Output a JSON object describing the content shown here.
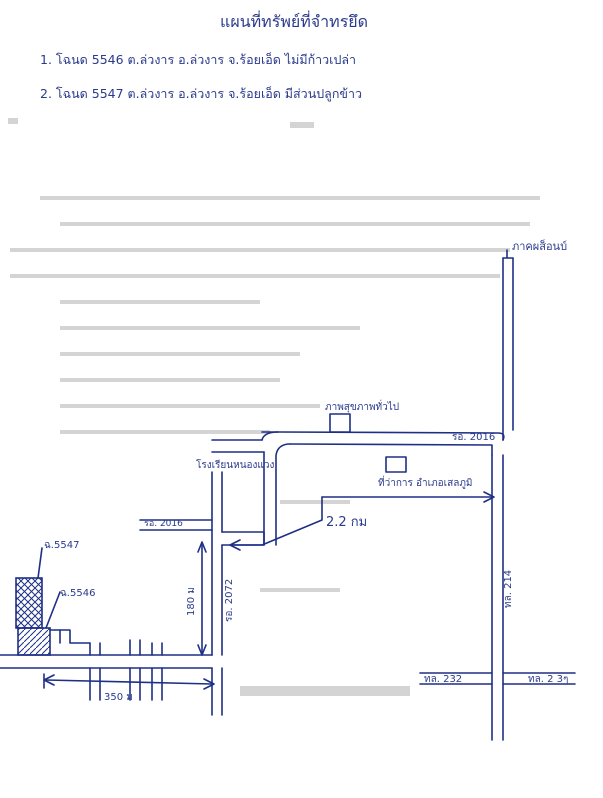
{
  "document": {
    "title": "แผนที่ทรัพย์ที่จำทรยึด",
    "lines": [
      "1. โฉนด 5546 ต.ล่วงาร อ.ล่วงาร จ.ร้อยเอ็ด ไม่มีก้าวเปล่า",
      "2. โฉนด 5547 ต.ล่วงาร อ.ล่วงาร จ.ร้อยเอ็ด มีส่วนปลูกข้าว"
    ]
  },
  "map": {
    "landmarks": {
      "school": "โรงเรียนหนองแวง",
      "hospital": "ภาพสุขภาพทั่วไป",
      "district": "ที่ว่าการ อำเภอเสลภูมิ",
      "cafe": "ภาคผส็อนบ์"
    },
    "roads": {
      "ro2016_upper": "รอ. 2016",
      "ro2016_left": "รอ. 2016",
      "ro2072": "รอ. 2072",
      "thl214": "ทล. 214",
      "thl232": "ทล. 232",
      "thl23x": "ทล. 2 3ๆ"
    },
    "plots": {
      "p5547": "ฉ.5547",
      "p5546": "ฉ.5546"
    },
    "distances": {
      "km": "2.2 กม",
      "m180": "180 ม",
      "m350": "350 ม"
    }
  },
  "colors": {
    "ink": "#1e2f86",
    "faint_print": "#d4d4d4"
  }
}
